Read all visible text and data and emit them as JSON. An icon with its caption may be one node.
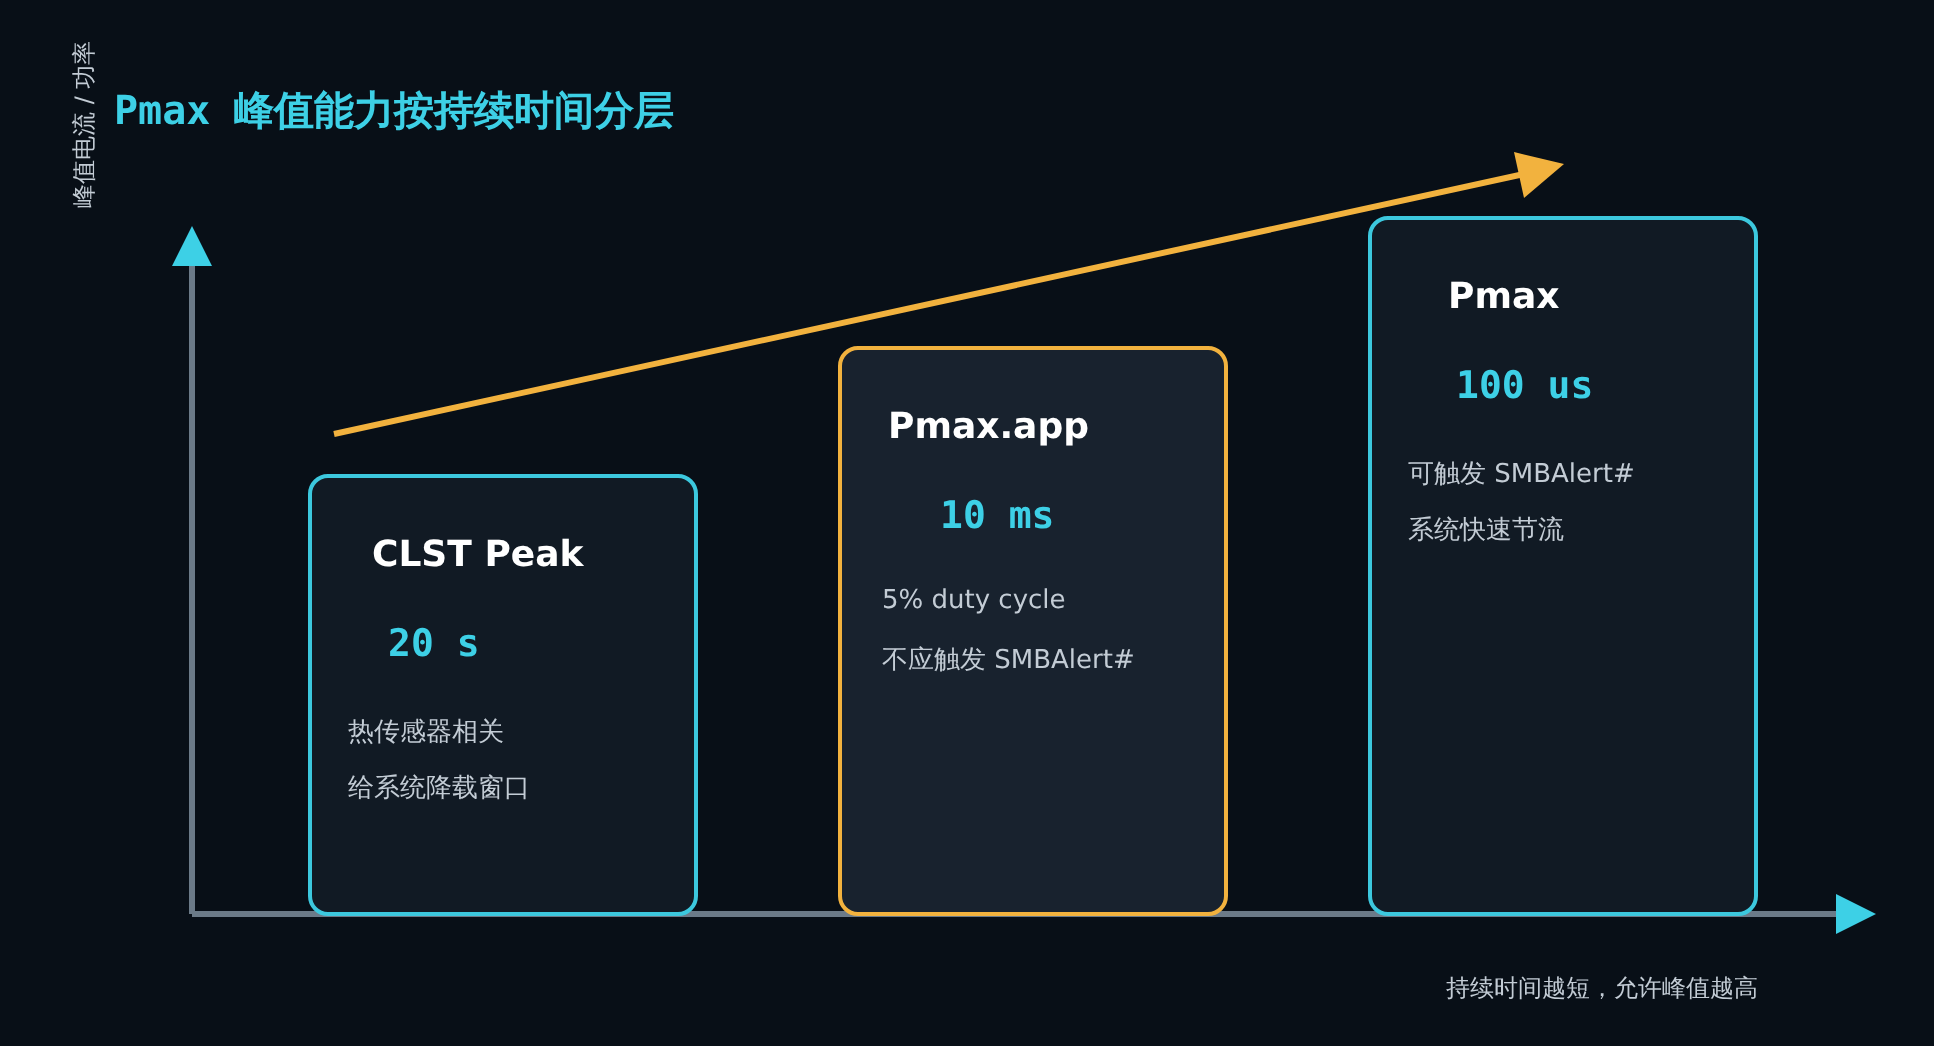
{
  "diagram": {
    "title": "Pmax 峰值能力按持续时间分层",
    "nodes": [
      {
        "text": [
          "CLST Peak",
          "20 s",
          "热传感器相关",
          "给系统降载窗口"
        ]
      },
      {
        "text": [
          "Pmax.app",
          "10 ms",
          "5% duty cycle",
          "不应触发 SMBAlert#"
        ]
      },
      {
        "text": [
          "Pmax",
          "100 us",
          "可触发 SMBAlert#",
          "系统快速节流"
        ]
      }
    ],
    "labels": [
      "峰值电流 / 功率",
      "持续时间越短，允许峰值越高"
    ]
  }
}
